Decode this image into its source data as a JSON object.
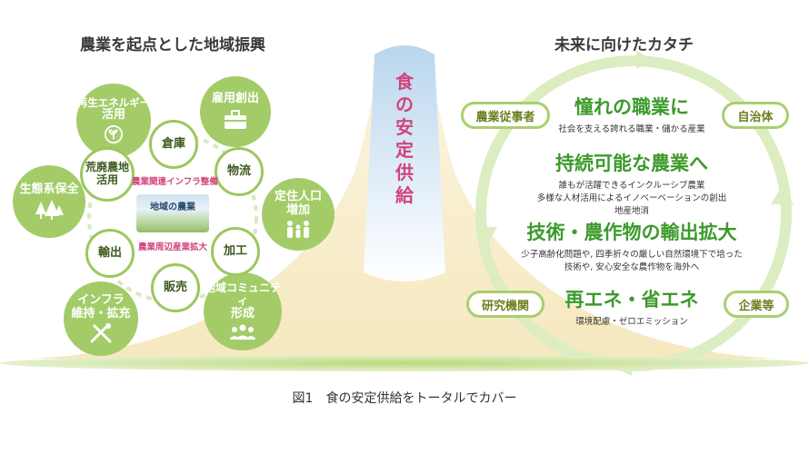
{
  "left": {
    "heading": "農業を起点とした地域振興",
    "outer": {
      "renewable": [
        "再生エネルギー",
        "活用"
      ],
      "employment": "雇用創出",
      "ecosystem": "生態系保全",
      "settlement": [
        "定住人口",
        "増加"
      ],
      "infrastructure": [
        "インフラ",
        "維持・拡充"
      ],
      "community": [
        "地域コミュニティ",
        "形成"
      ]
    },
    "inner": {
      "warehouse": "倉庫",
      "logistics": "物流",
      "farmland": [
        "荒廃農地",
        "活用"
      ],
      "processing": "加工",
      "export": "輸出",
      "sales": "販売"
    },
    "center": {
      "top_label": "農業関連インフラ整備",
      "image_label": "地域の農業",
      "bottom_label": "農業周辺産業拡大"
    },
    "icon_names": [
      "sprout-icon",
      "briefcase-icon",
      "trees-icon",
      "family-icon",
      "tools-icon",
      "people-icon"
    ]
  },
  "middle": {
    "chars": [
      "食",
      "の",
      "安",
      "定",
      "供",
      "給"
    ]
  },
  "right": {
    "heading": "未来に向けたカタチ",
    "pills": {
      "farmers": "農業従事者",
      "municipality": "自治体",
      "research": "研究機関",
      "companies": "企業等"
    },
    "blocks": [
      {
        "title": "憧れの職業に",
        "lines": [
          "社会を支える誇れる職業・儲かる産業"
        ]
      },
      {
        "title": "持続可能な農業へ",
        "lines": [
          "誰もが活躍できるインクルーシブ農業",
          "多様な人材活用によるイノベーベーションの創出",
          "地産地消"
        ]
      },
      {
        "title": "技術・農作物の輸出拡大",
        "lines": [
          "少子高齢化問題や, 四季折々の厳しい自然環境下で培った",
          "技術や, 安心安全な農作物を海外へ"
        ]
      },
      {
        "title": "再エネ・省エネ",
        "lines": [
          "環境配慮・ゼロエミッション"
        ]
      }
    ]
  },
  "caption": "図1　食の安定供給をトータルでカバー",
  "colors": {
    "circle_green": "#a3cc68",
    "title_green": "#3d9a2c",
    "pink": "#d2447b",
    "ring": "#dcedc1"
  }
}
